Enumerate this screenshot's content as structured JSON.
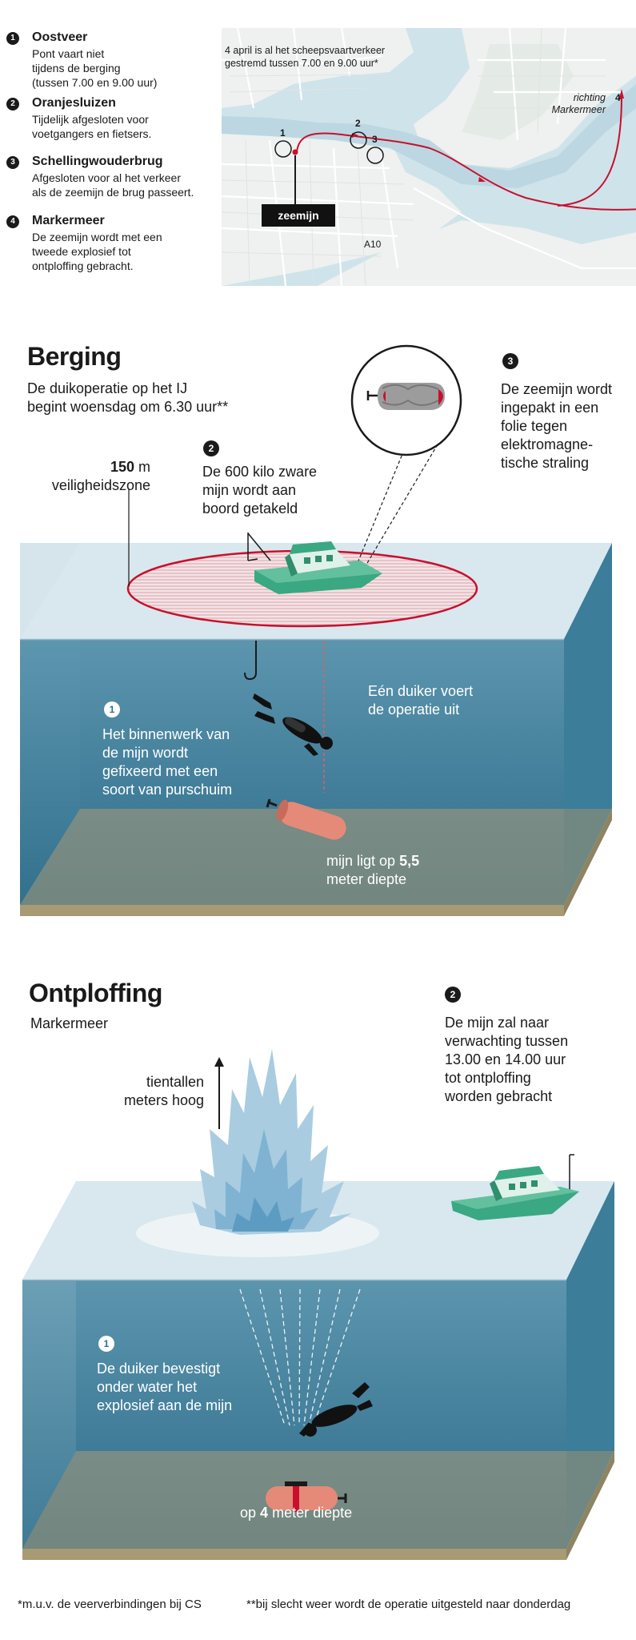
{
  "legend": {
    "items": [
      {
        "num": "1",
        "title": "Oostveer",
        "text": [
          "Pont vaart niet",
          "tijdens de berging",
          "(tussen 7.00 en 9.00 uur)"
        ]
      },
      {
        "num": "2",
        "title": "Oranjesluizen",
        "text": [
          "Tijdelijk afgesloten voor",
          "voetgangers en fietsers."
        ]
      },
      {
        "num": "3",
        "title": "Schellingwouderbrug",
        "text": [
          "Afgesloten voor al het verkeer",
          "als de zeemijn de brug passeert."
        ]
      },
      {
        "num": "4",
        "title": "Markermeer",
        "text": [
          "De zeemijn wordt met een",
          "tweede explosief tot",
          "ontploffing gebracht."
        ]
      }
    ]
  },
  "map": {
    "note_line1": "4 april is al het scheepsvaartverkeer",
    "note_line2": "gestremd tussen 7.00 en 9.00 uur*",
    "direction_line1": "richting",
    "direction_line2": "Markermeer",
    "label_zeemijn": "zeemijn",
    "label_a10": "A10",
    "markers": [
      "1",
      "2",
      "3",
      "4"
    ],
    "colors": {
      "water": "#cfe3ea",
      "land": "#f1f3f1",
      "route": "#c8102e",
      "road": "#ffffff"
    }
  },
  "berging": {
    "title": "Berging",
    "subtitle_line1": "De duikoperatie op het IJ",
    "subtitle_line2": "begint woensdag om 6.30 uur**",
    "zone_number": "150",
    "zone_unit": "m",
    "zone_label": "veiligheidszone",
    "step2_num": "2",
    "step2_lines": [
      "De 600 kilo zware",
      "mijn wordt aan",
      "boord getakeld"
    ],
    "step3_num": "3",
    "step3_lines": [
      "De zeemijn wordt",
      "ingepakt in een",
      "folie tegen",
      "elektromagne-",
      "tische straling"
    ],
    "step1_num": "1",
    "step1_lines": [
      "Het binnenwerk van",
      "de mijn wordt",
      "gefixeerd met een",
      "soort van purschuim"
    ],
    "diver_lines": [
      "Eén duiker voert",
      "de operatie uit"
    ],
    "depth_prefix": "mijn ligt op",
    "depth_value": "5,5",
    "depth_suffix": "meter diepte"
  },
  "ontploffing": {
    "title": "Ontploffing",
    "subtitle": "Markermeer",
    "height_lines": [
      "tientallen",
      "meters hoog"
    ],
    "step2_num": "2",
    "step2_lines": [
      "De mijn zal naar",
      "verwachting tussen",
      "13.00 en 14.00 uur",
      "tot ontploffing",
      "worden gebracht"
    ],
    "step1_num": "1",
    "step1_lines": [
      "De duiker bevestigt",
      "onder water het",
      "explosief aan de mijn"
    ],
    "depth_prefix": "op",
    "depth_value": "4",
    "depth_suffix": "meter diepte"
  },
  "footnotes": {
    "note1": "*m.u.v. de veerverbindingen bij CS",
    "note2": "**bij slecht weer wordt de operatie uitgesteld naar donderdag"
  },
  "colors": {
    "water_top": "#d6e6ec",
    "water_deep": "#2f6f8c",
    "seabed": "#a79a74",
    "boat": "#3aa882",
    "mine": "#e58a78",
    "zone_red": "#c8102e"
  }
}
